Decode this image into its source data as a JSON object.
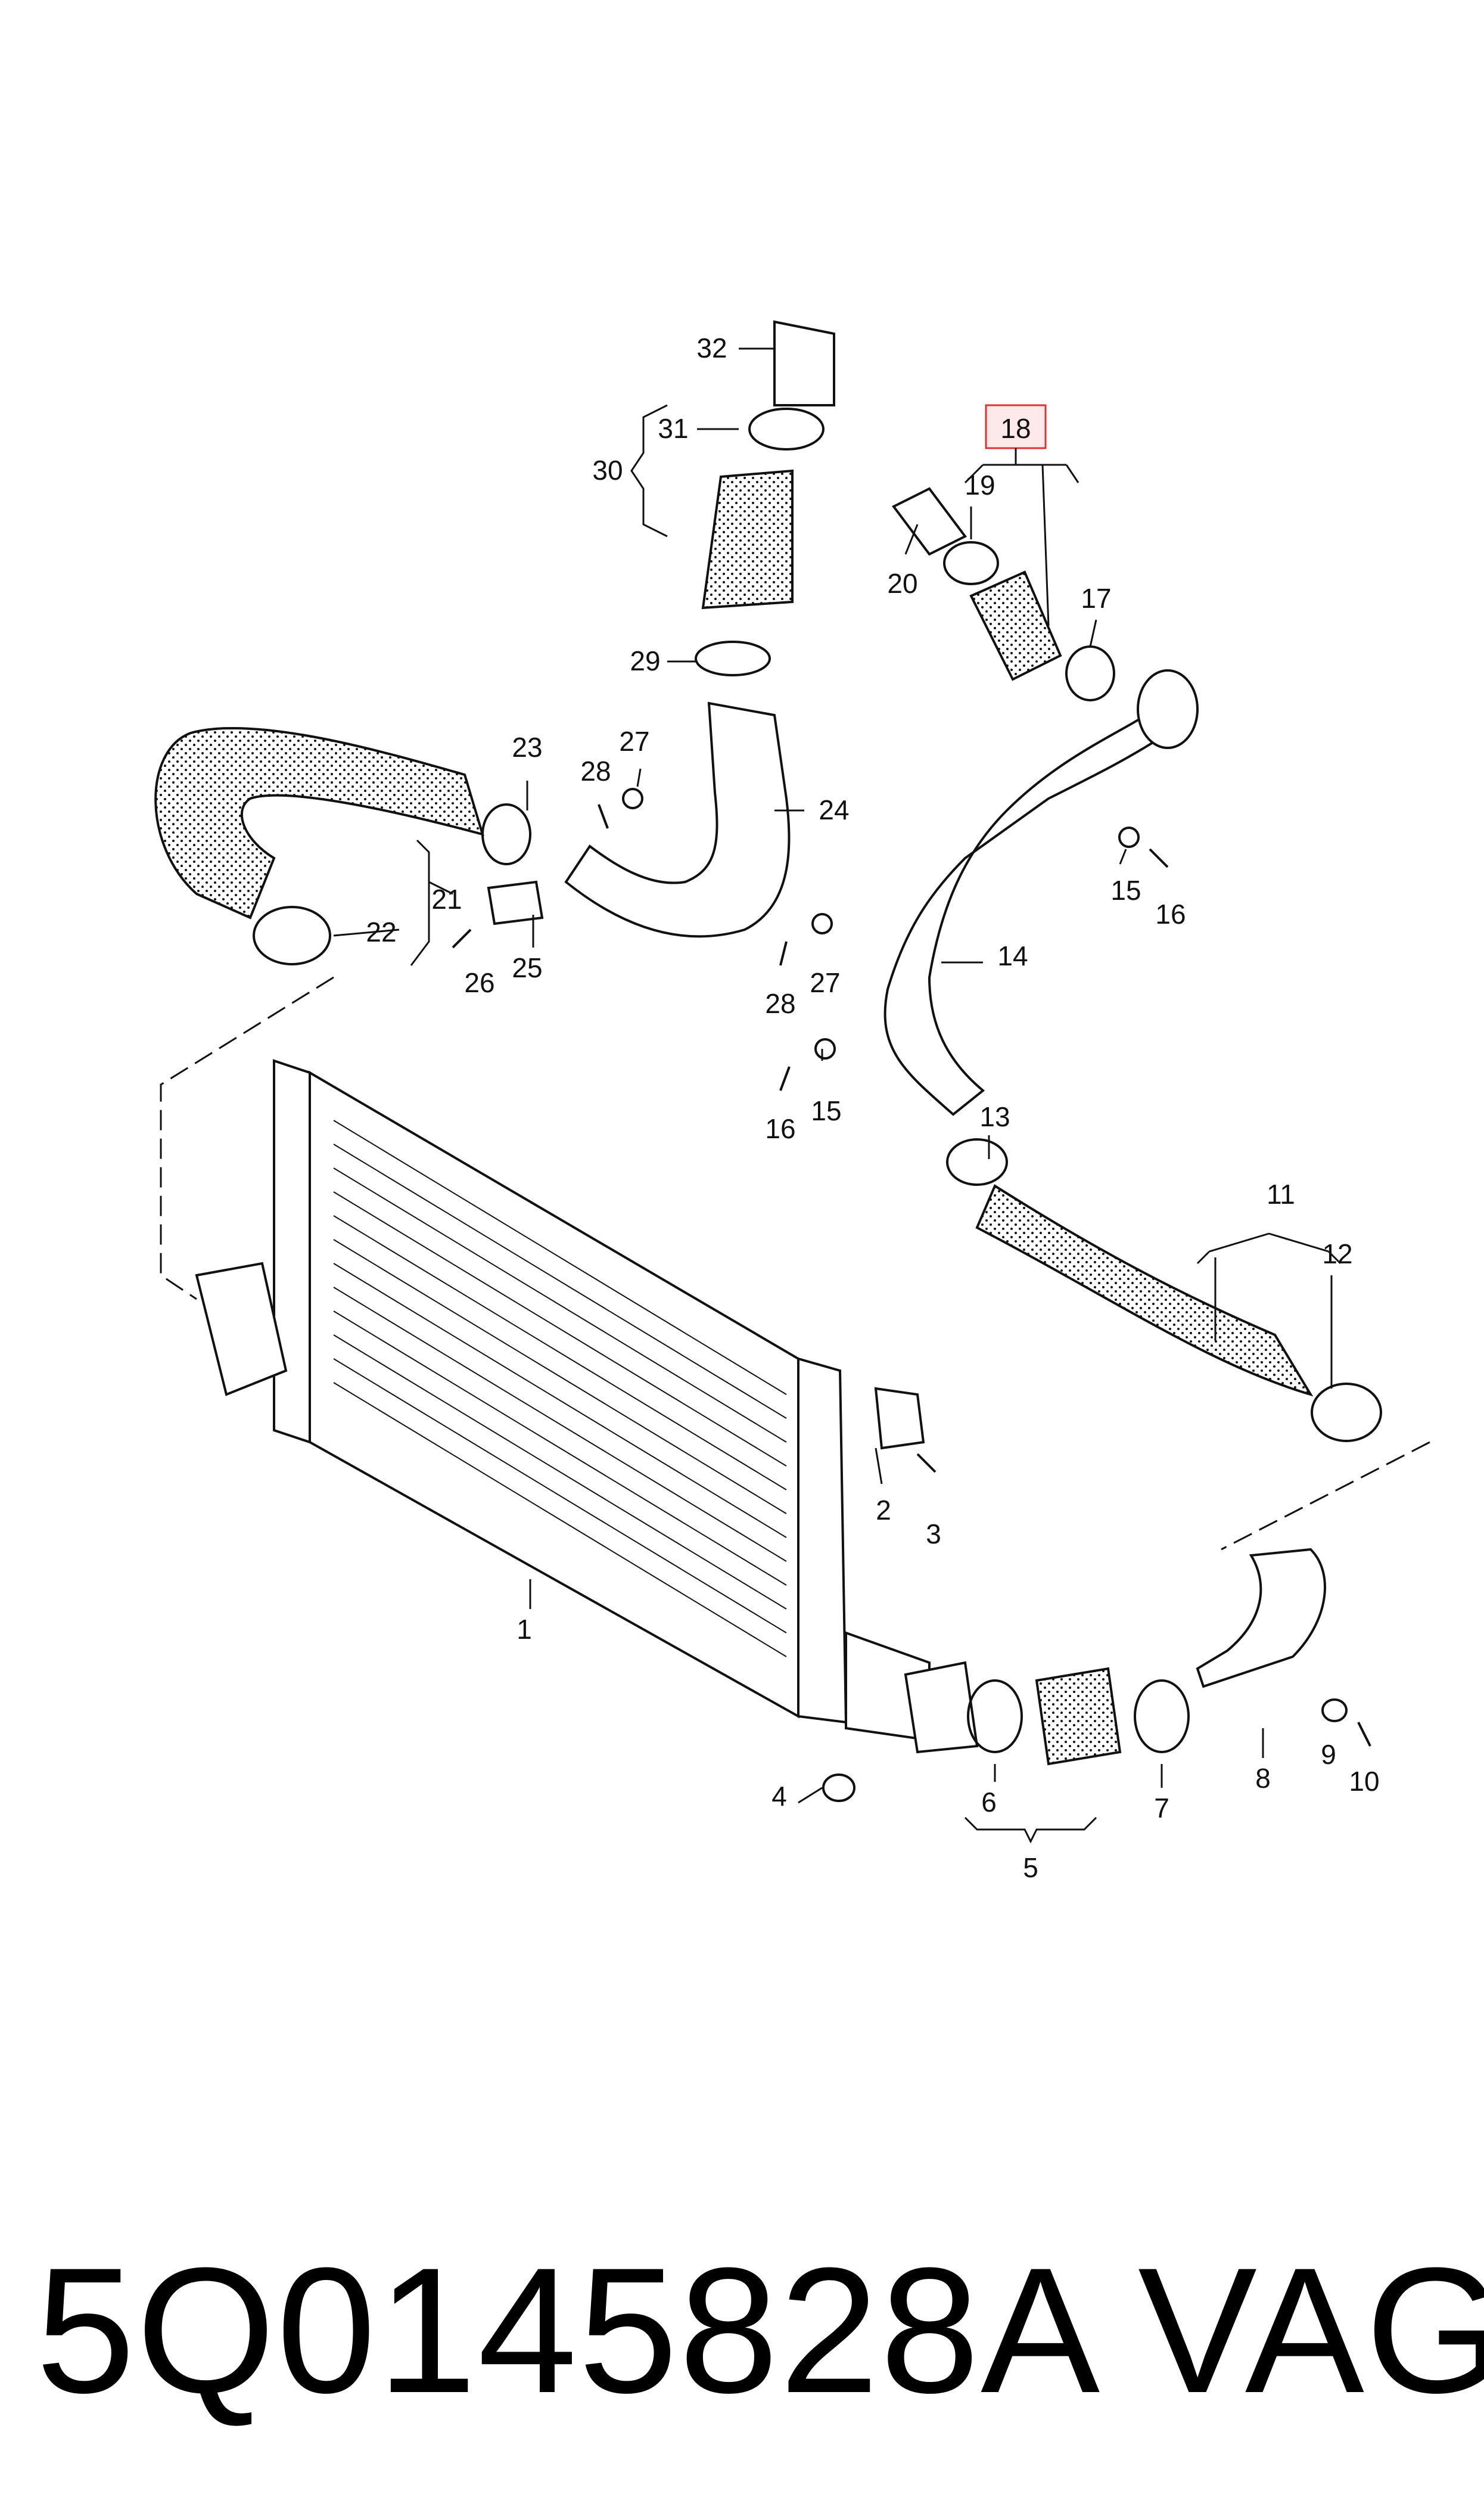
{
  "part_number": "5Q0145828A",
  "brand": "VAG",
  "highlighted_callout": "18",
  "callouts": [
    "1",
    "2",
    "3",
    "4",
    "5",
    "6",
    "7",
    "8",
    "9",
    "10",
    "11",
    "12",
    "13",
    "14",
    "15",
    "15",
    "16",
    "16",
    "17",
    "18",
    "19",
    "20",
    "21",
    "22",
    "23",
    "24",
    "25",
    "26",
    "27",
    "27",
    "28",
    "28",
    "29",
    "30",
    "31",
    "32"
  ]
}
